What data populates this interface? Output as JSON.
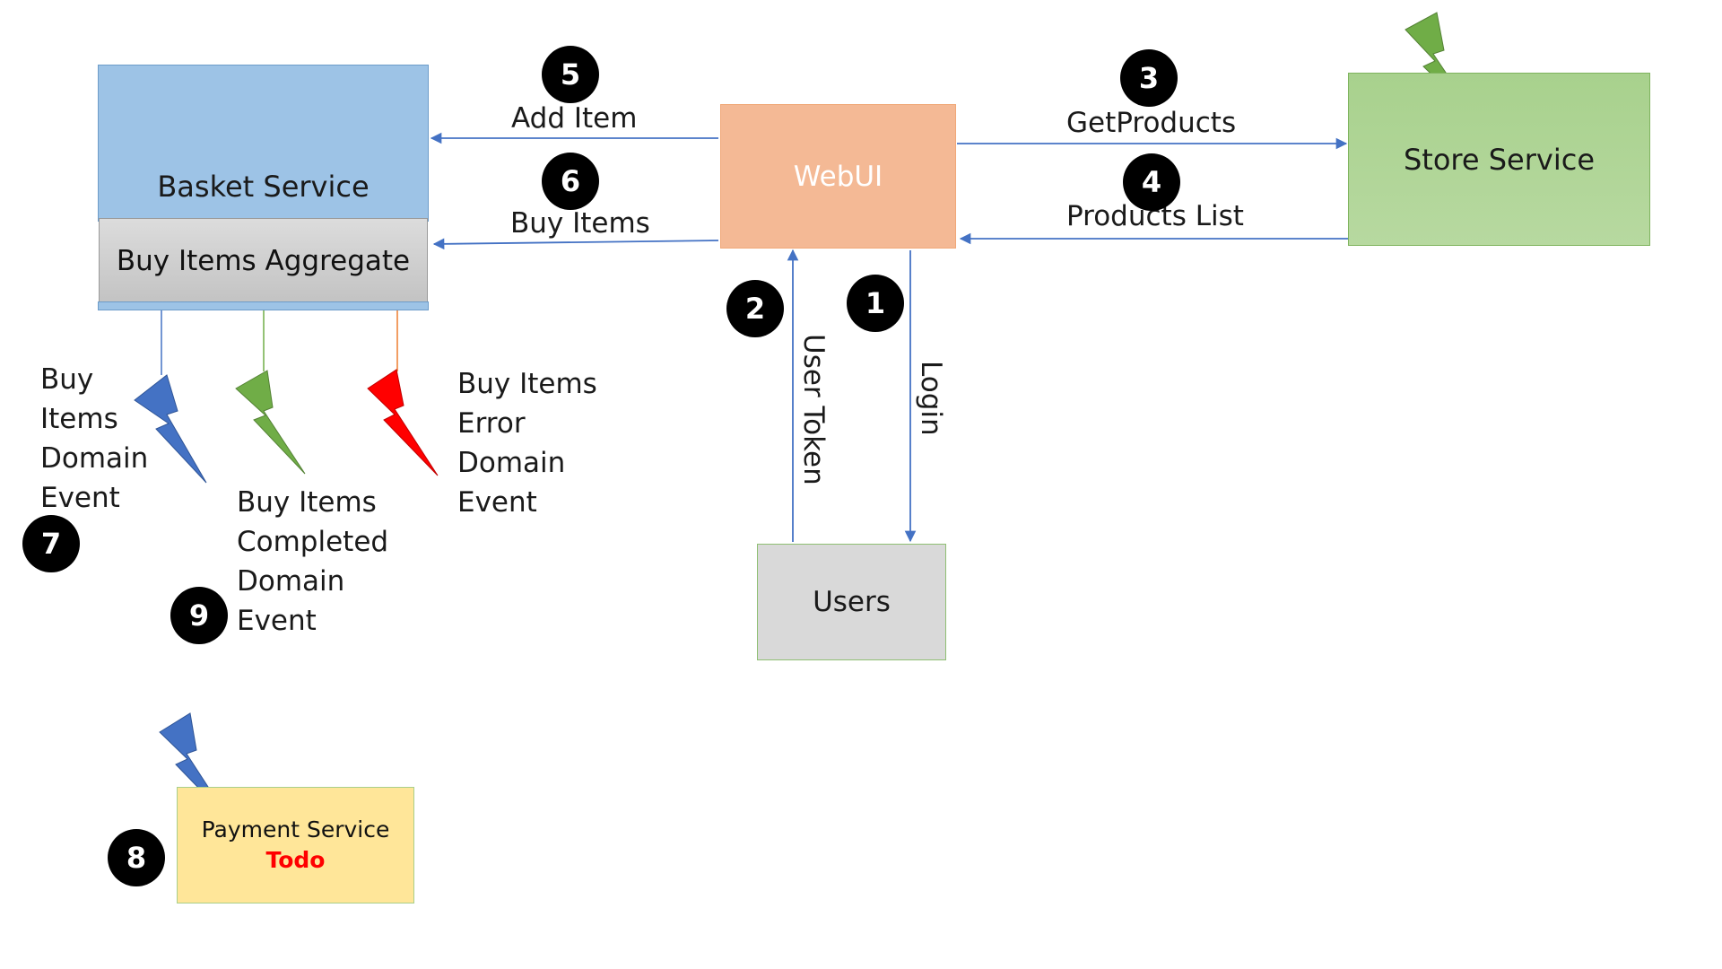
{
  "colors": {
    "basket_fill": "#9dc3e6",
    "aggregate_fill": "#d0d0d0",
    "webui_fill": "#f4b995",
    "store_fill": "#a9d18e",
    "users_fill": "#d9d9d9",
    "payment_fill": "#ffe699",
    "arrow_blue": "#4472c4",
    "bolt_blue": "#4472c4",
    "bolt_green": "#70ad47",
    "bolt_red": "#ff0000",
    "todo_red": "#ff0000"
  },
  "nodes": {
    "basket": "Basket Service",
    "aggregate": "Buy Items Aggregate",
    "webui": "WebUI",
    "store": "Store Service",
    "users": "Users",
    "payment": "Payment Service",
    "payment_status": "Todo"
  },
  "edges": {
    "add_item": "Add Item",
    "buy_items": "Buy Items",
    "get_products": "GetProducts",
    "products_list": "Products List",
    "user_token": "User Token",
    "login": "Login"
  },
  "steps": [
    "1",
    "2",
    "3",
    "4",
    "5",
    "6",
    "7",
    "8",
    "9"
  ],
  "events": {
    "domain_event": [
      "Buy",
      "Items",
      "Domain",
      "Event"
    ],
    "completed_event": [
      "Buy Items",
      "Completed",
      "Domain",
      "Event"
    ],
    "error_event": [
      "Buy Items",
      "Error",
      "Domain",
      "Event"
    ]
  },
  "icons": {
    "event_bolt_blue": "lightning-bolt-icon",
    "event_bolt_green": "lightning-bolt-icon",
    "event_bolt_red": "lightning-bolt-icon",
    "store_bolt": "lightning-bolt-icon",
    "payment_bolt": "lightning-bolt-icon"
  }
}
